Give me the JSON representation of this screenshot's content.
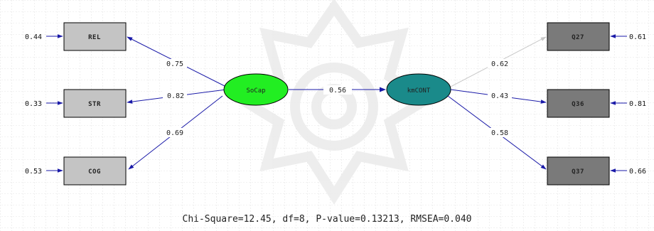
{
  "observed_left": [
    {
      "label": "REL",
      "error": "0.44",
      "loading": "0.75"
    },
    {
      "label": "STR",
      "error": "0.33",
      "loading": "0.82"
    },
    {
      "label": "COG",
      "error": "0.53",
      "loading": "0.69"
    }
  ],
  "observed_right": [
    {
      "label": "Q27",
      "error": "0.61",
      "loading": "0.62"
    },
    {
      "label": "Q36",
      "error": "0.81",
      "loading": "0.43"
    },
    {
      "label": "Q37",
      "error": "0.66",
      "loading": "0.58"
    }
  ],
  "latent_left": {
    "label": "SoCap",
    "color": "#22ee22"
  },
  "latent_right": {
    "label": "kmCONT",
    "color": "#1a8a8a"
  },
  "structural_path": {
    "coefficient": "0.56"
  },
  "fit_statistics": "Chi-Square=12.45, df=8, P-value=0.13213, RMSEA=0.040",
  "colors": {
    "arrow": "#1a1aa8",
    "faded_arrow": "#c8c8c8",
    "left_box_fill": "#c4c4c4",
    "right_box_fill": "#7a7a7a",
    "grid": "#c9c9c9"
  }
}
